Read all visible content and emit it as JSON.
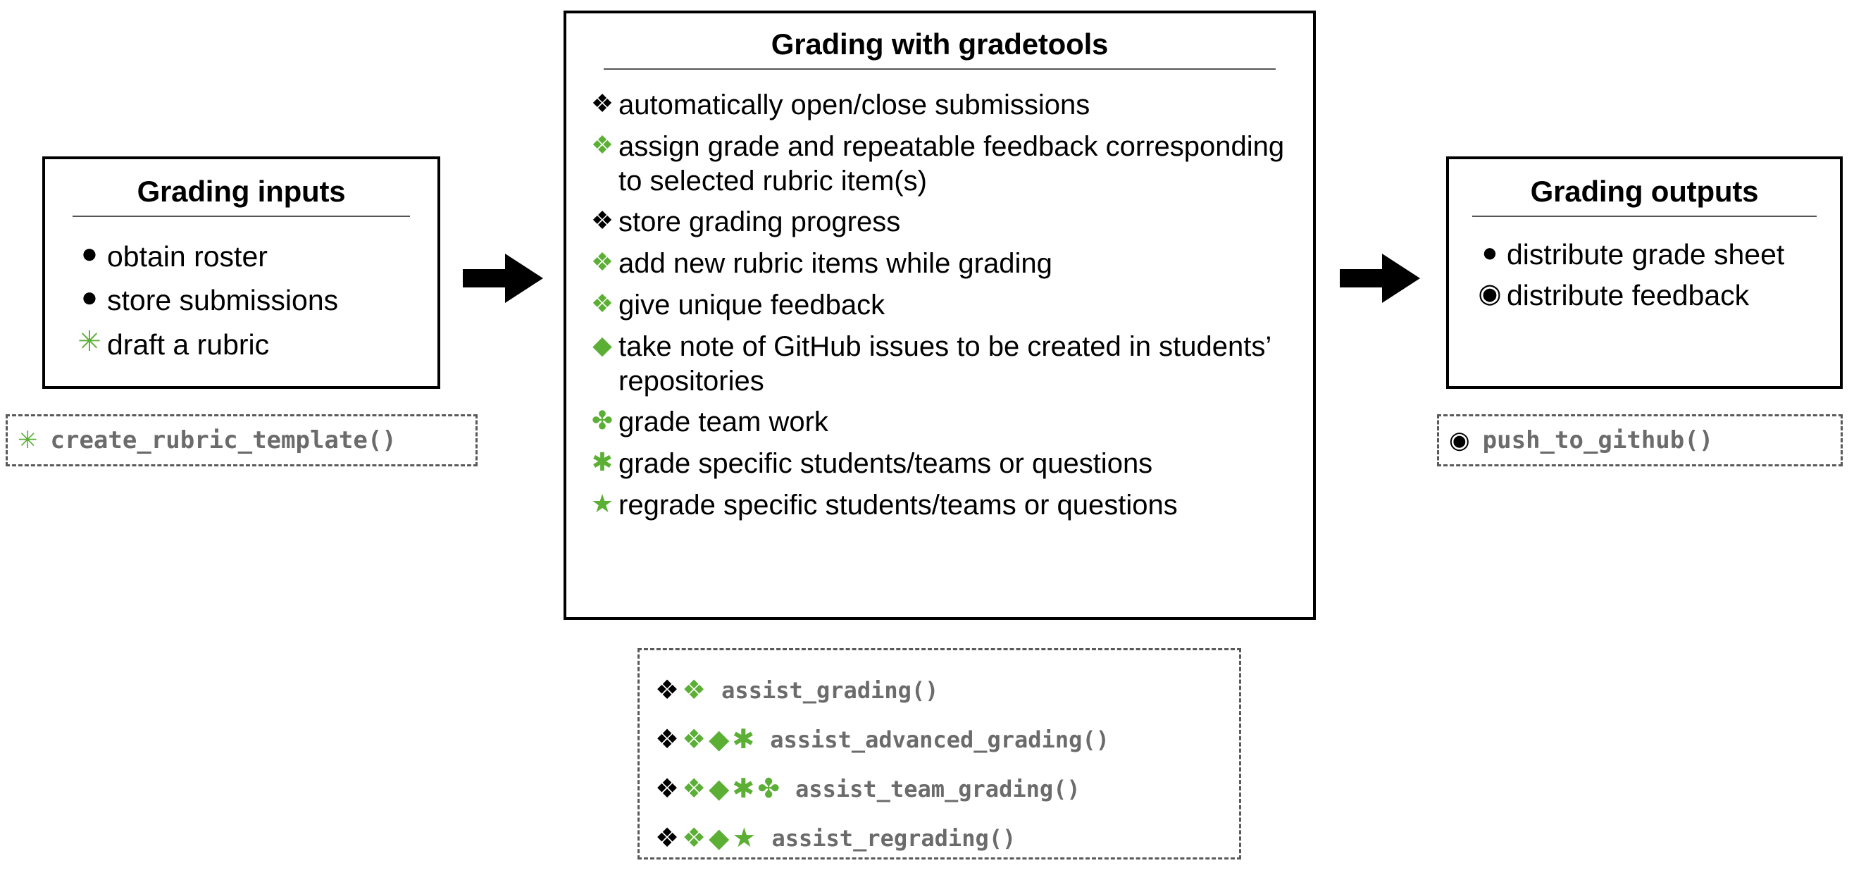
{
  "accent_green": "#5BAF35",
  "panels": [
    {
      "id": "inputs",
      "title": "Grading inputs",
      "items": [
        {
          "glyph": "●",
          "glyph_name": "black-circle-bullet-icon",
          "color": "black",
          "text": "obtain roster"
        },
        {
          "glyph": "●",
          "glyph_name": "black-circle-bullet-icon",
          "color": "black",
          "text": "store submissions"
        },
        {
          "glyph": "✳",
          "glyph_name": "green-asterisk-bullet-icon",
          "color": "green",
          "text": "draft a rubric"
        }
      ]
    },
    {
      "id": "gradetools",
      "title": "Grading with gradetools",
      "items": [
        {
          "glyph": "❖",
          "glyph_name": "black-diamond-cluster-bullet-icon",
          "color": "black",
          "text": "automatically open/close submissions"
        },
        {
          "glyph": "❖",
          "glyph_name": "green-diamond-cluster-bullet-icon",
          "color": "green",
          "text": "assign grade and repeatable feedback corresponding to selected rubric item(s)"
        },
        {
          "glyph": "❖",
          "glyph_name": "black-diamond-cluster-bullet-icon",
          "color": "black",
          "text": "store grading progress"
        },
        {
          "glyph": "❖",
          "glyph_name": "green-diamond-cluster-bullet-icon",
          "color": "green",
          "text": "add new rubric items while grading"
        },
        {
          "glyph": "❖",
          "glyph_name": "green-diamond-cluster-bullet-icon",
          "color": "green",
          "text": "give unique feedback"
        },
        {
          "glyph": "◆",
          "glyph_name": "green-solid-diamond-bullet-icon",
          "color": "green",
          "text": "take note of GitHub issues to be created in students’ repositories"
        },
        {
          "glyph": "✤",
          "glyph_name": "green-clover-bullet-icon",
          "color": "green",
          "text": "grade team work"
        },
        {
          "glyph": "✱",
          "glyph_name": "green-heavy-asterisk-bullet-icon",
          "color": "green",
          "text": "grade specific students/teams or questions"
        },
        {
          "glyph": "★",
          "glyph_name": "green-star-bullet-icon",
          "color": "green",
          "text": "regrade specific students/teams or questions"
        }
      ]
    },
    {
      "id": "outputs",
      "title": "Grading outputs",
      "items": [
        {
          "glyph": "●",
          "glyph_name": "black-circle-bullet-icon",
          "color": "black",
          "text": "distribute grade sheet"
        },
        {
          "glyph": "◉",
          "glyph_name": "fisheye-bullet-icon",
          "color": "black",
          "text": "distribute feedback"
        }
      ]
    }
  ],
  "function_boxes": {
    "left": {
      "glyphs": [
        {
          "glyph": "✳",
          "glyph_name": "green-asterisk-icon",
          "color": "green"
        }
      ],
      "label": "create_rubric_template()"
    },
    "right": {
      "glyphs": [
        {
          "glyph": "◉",
          "glyph_name": "fisheye-icon",
          "color": "black"
        }
      ],
      "label": "push_to_github()"
    },
    "legend_rows": [
      {
        "glyphs": [
          {
            "glyph": "❖",
            "glyph_name": "black-diamond-cluster-icon",
            "color": "black"
          },
          {
            "glyph": "❖",
            "glyph_name": "green-diamond-cluster-icon",
            "color": "green"
          }
        ],
        "label": "assist_grading()"
      },
      {
        "glyphs": [
          {
            "glyph": "❖",
            "glyph_name": "black-diamond-cluster-icon",
            "color": "black"
          },
          {
            "glyph": "❖",
            "glyph_name": "green-diamond-cluster-icon",
            "color": "green"
          },
          {
            "glyph": "◆",
            "glyph_name": "green-solid-diamond-icon",
            "color": "green"
          },
          {
            "glyph": "✱",
            "glyph_name": "green-heavy-asterisk-icon",
            "color": "green"
          }
        ],
        "label": "assist_advanced_grading()"
      },
      {
        "glyphs": [
          {
            "glyph": "❖",
            "glyph_name": "black-diamond-cluster-icon",
            "color": "black"
          },
          {
            "glyph": "❖",
            "glyph_name": "green-diamond-cluster-icon",
            "color": "green"
          },
          {
            "glyph": "◆",
            "glyph_name": "green-solid-diamond-icon",
            "color": "green"
          },
          {
            "glyph": "✱",
            "glyph_name": "green-heavy-asterisk-icon",
            "color": "green"
          },
          {
            "glyph": "✤",
            "glyph_name": "green-clover-icon",
            "color": "green"
          }
        ],
        "label": "assist_team_grading()"
      },
      {
        "glyphs": [
          {
            "glyph": "❖",
            "glyph_name": "black-diamond-cluster-icon",
            "color": "black"
          },
          {
            "glyph": "❖",
            "glyph_name": "green-diamond-cluster-icon",
            "color": "green"
          },
          {
            "glyph": "◆",
            "glyph_name": "green-solid-diamond-icon",
            "color": "green"
          },
          {
            "glyph": "★",
            "glyph_name": "green-star-icon",
            "color": "green"
          }
        ],
        "label": "assist_regrading()"
      }
    ]
  },
  "arrows": [
    {
      "name": "arrow-inputs-to-gradetools"
    },
    {
      "name": "arrow-gradetools-to-outputs"
    }
  ]
}
